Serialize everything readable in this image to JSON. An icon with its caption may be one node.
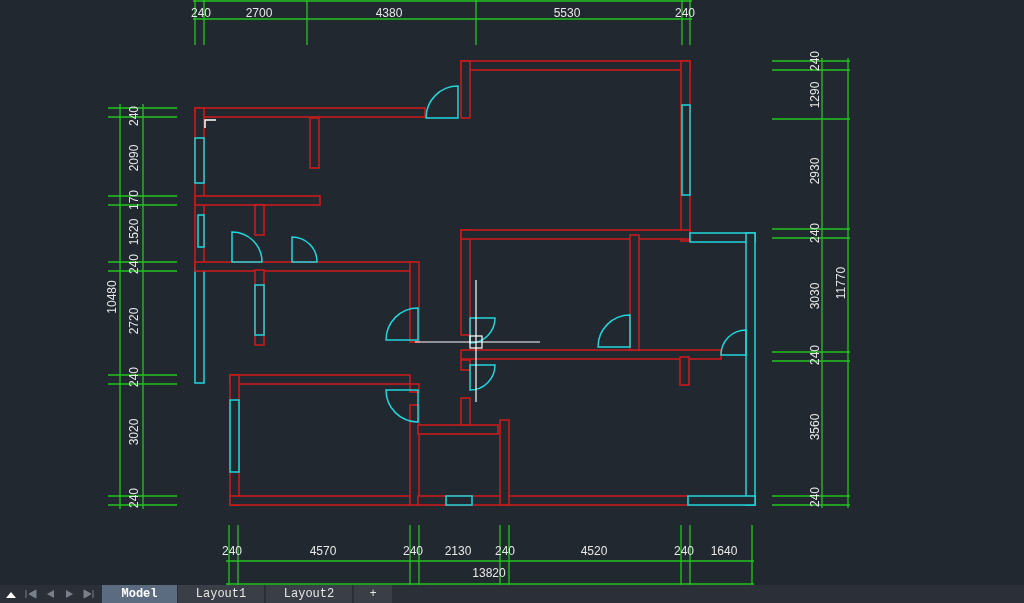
{
  "diagram": {
    "labels": [
      "240",
      "2700",
      "4380",
      "5530",
      "240",
      "240",
      "2090",
      "170",
      "1520",
      "240",
      "2720",
      "240",
      "3020",
      "240",
      "10480",
      "240",
      "1290",
      "2930",
      "240",
      "3030",
      "240",
      "3560",
      "240",
      "11770",
      "240",
      "4570",
      "240",
      "2130",
      "240",
      "4520",
      "240",
      "1640",
      "13820",
      "Model",
      "Layout1",
      "Layout2",
      "+"
    ]
  }
}
